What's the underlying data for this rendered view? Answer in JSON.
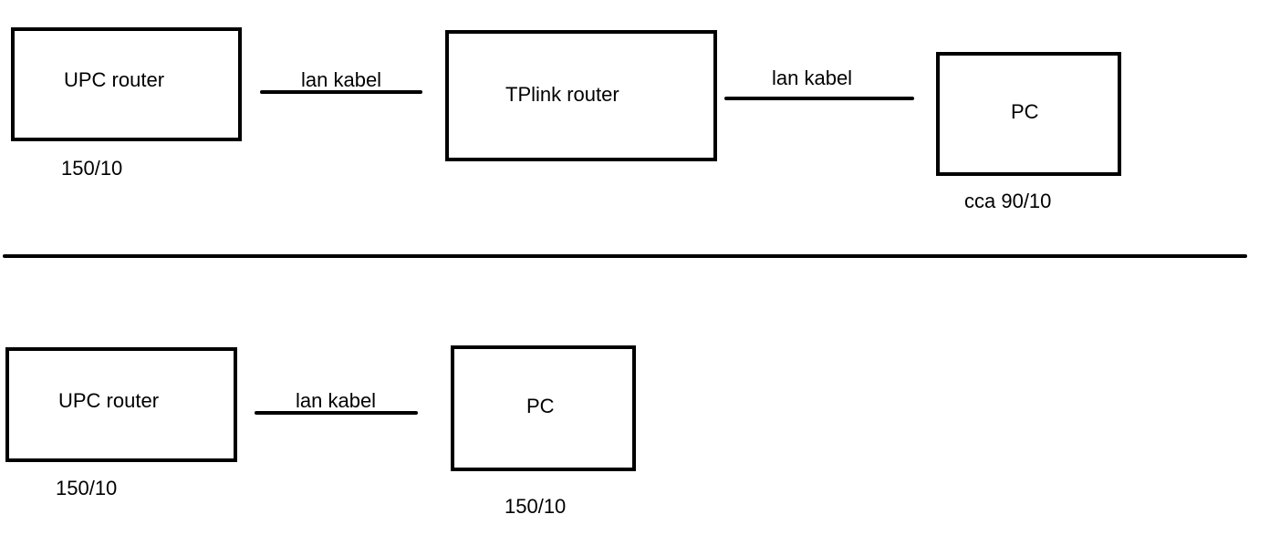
{
  "top_setup": {
    "upc_router": {
      "label": "UPC router",
      "speed": "150/10"
    },
    "cable_1": {
      "label": "lan kabel"
    },
    "tplink_router": {
      "label": "TPlink router"
    },
    "cable_2": {
      "label": "lan kabel"
    },
    "pc": {
      "label": "PC",
      "speed": "cca 90/10"
    }
  },
  "bottom_setup": {
    "upc_router": {
      "label": "UPC router",
      "speed": "150/10"
    },
    "cable_1": {
      "label": "lan kabel"
    },
    "pc": {
      "label": "PC",
      "speed": "150/10"
    }
  }
}
